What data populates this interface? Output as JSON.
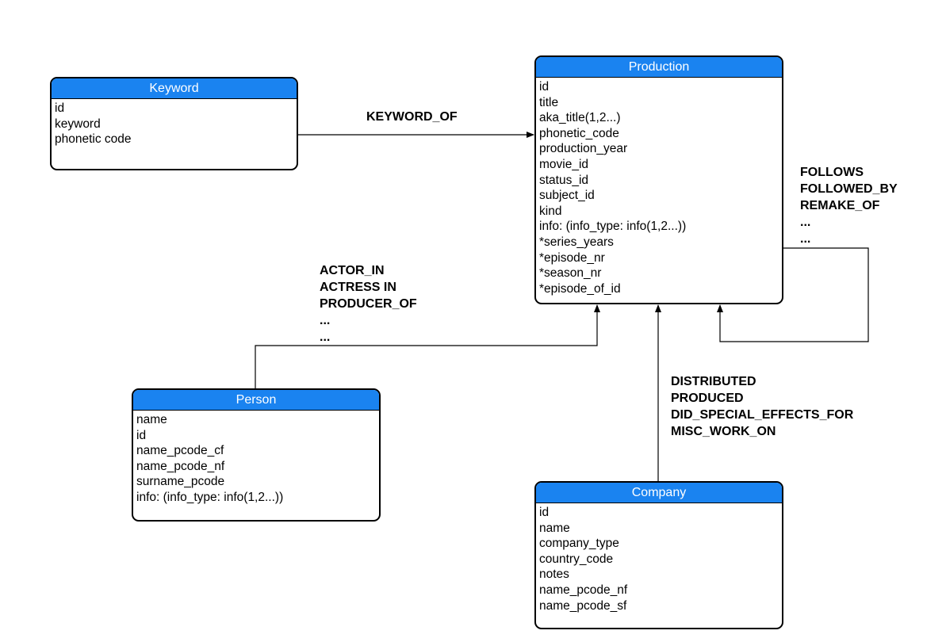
{
  "entities": {
    "keyword": {
      "title": "Keyword",
      "attributes": [
        "id",
        "keyword",
        "phonetic code"
      ]
    },
    "production": {
      "title": "Production",
      "attributes": [
        "id",
        "title",
        "aka_title(1,2...)",
        "phonetic_code",
        "production_year",
        "movie_id",
        "status_id",
        "subject_id",
        "kind",
        "info: (info_type: info(1,2...))",
        "*series_years",
        "*episode_nr",
        "*season_nr",
        "*episode_of_id"
      ]
    },
    "person": {
      "title": "Person",
      "attributes": [
        "name",
        "id",
        "name_pcode_cf",
        "name_pcode_nf",
        "surname_pcode",
        "info: (info_type: info(1,2...))"
      ]
    },
    "company": {
      "title": "Company",
      "attributes": [
        "id",
        "name",
        "company_type",
        "country_code",
        "notes",
        "name_pcode_nf",
        "name_pcode_sf"
      ]
    }
  },
  "relationships": {
    "keyword_production": [
      "KEYWORD_OF"
    ],
    "production_self": [
      "FOLLOWS",
      "FOLLOWED_BY",
      "REMAKE_OF",
      "...",
      "..."
    ],
    "person_production": [
      "ACTOR_IN",
      "ACTRESS IN",
      "PRODUCER_OF",
      "...",
      "..."
    ],
    "company_production": [
      "DISTRIBUTED",
      "PRODUCED",
      "DID_SPECIAL_EFFECTS_FOR",
      "MISC_WORK_ON"
    ]
  },
  "colors": {
    "header_fill": "#1a83f0",
    "header_text": "#ffffff",
    "border": "#000000",
    "line": "#000000"
  }
}
